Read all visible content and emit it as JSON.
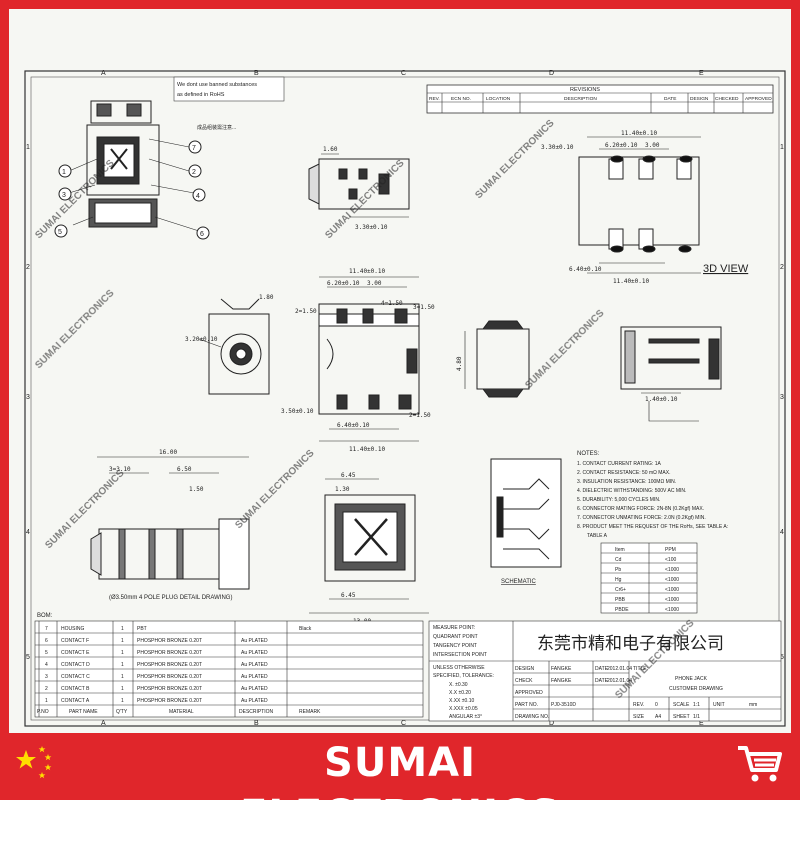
{
  "drawing": {
    "grid_cols": [
      "A",
      "B",
      "C",
      "D",
      "E"
    ],
    "grid_rows": [
      "1",
      "2",
      "3",
      "4",
      "5"
    ],
    "note_box": [
      "We dont use banned substances",
      "as defined in RoHS"
    ],
    "revisions": {
      "title": "REVISIONS",
      "headers": [
        "REV.",
        "ECN NO.",
        "LOCATION",
        "DESCRIPTION",
        "DATE",
        "DESIGN",
        "CHECKED",
        "APPROVED"
      ]
    },
    "callouts": [
      "1",
      "2",
      "3",
      "4",
      "5",
      "6",
      "7"
    ],
    "dims": {
      "d1_60": "1.60",
      "d3_30": "3.30±0.10",
      "d3_30b": "3.30±0.10",
      "d11_40": "11.40±0.10",
      "d6_20": "6.20±0.10",
      "d3_20": "3.20±0.10",
      "d3_00": "3.00",
      "d6_40": "6.40±0.10",
      "d11_40b": "11.40±0.10",
      "d1_80": "1.80",
      "d1_50": "1.50",
      "d2_1_50": "2=1.50",
      "d4_1_50": "4=1.50",
      "d3_1_50": "3=1.50",
      "d4_80": "4.80",
      "d3_50": "3.50±0.10",
      "d2_1_50b": "2=1.50",
      "d1_40": "1.40±0.10",
      "d16": "16.00",
      "d6_50": "6.50",
      "d1_50c": "1.50",
      "d3_10": "3=3.10",
      "d6_45": "6.45",
      "d1_30": "1.30",
      "d6_45b": "6.45",
      "d13": "13.00"
    },
    "view_label": "3D VIEW",
    "plug_caption": "(Ø3.50mm 4 POLE PLUG DETAIL DRAWING)",
    "schematic_label": "SCHEMATIC",
    "notes_title": "NOTES:",
    "notes": [
      "1. CONTACT CURRENT RATING: 1A",
      "2. CONTACT RESISTANCE: 50 mΩ MAX.",
      "3. INSULATION RESISTANCE: 100MΩ MIN.",
      "4. DIELECTRIC WITHSTANDING: 500V AC MIN.",
      "5. DURABILITY: 5,000 CYCLES MIN.",
      "6. CONNECTOR MATING FORCE: 2N-8N (0.2Kgf) MAX.",
      "7. CONNECTOR UNMATING FORCE: 2.0N (0.2Kgf) MIN.",
      "8. PRODUCT MEET THE REQUEST OF THE RoHs, SEE TABLE A:",
      "TABLE A"
    ],
    "rohs_table": {
      "headers": [
        "Item",
        "PPM"
      ],
      "rows": [
        [
          "Cd",
          "<100"
        ],
        [
          "Pb",
          "<1000"
        ],
        [
          "Hg",
          "<1000"
        ],
        [
          "Cr6+",
          "<1000"
        ],
        [
          "PBB",
          "<1000"
        ],
        [
          "PBDE",
          "<1000"
        ]
      ]
    },
    "bom": {
      "title": "BOM:",
      "rows": [
        [
          "7",
          "HOUSING",
          "1",
          "PBT",
          "",
          "Black"
        ],
        [
          "6",
          "CONTACT F",
          "1",
          "PHOSPHOR BRONZE 0.20T",
          "Au PLATED",
          ""
        ],
        [
          "5",
          "CONTACT E",
          "1",
          "PHOSPHOR BRONZE 0.20T",
          "Au PLATED",
          ""
        ],
        [
          "4",
          "CONTACT D",
          "1",
          "PHOSPHOR BRONZE 0.20T",
          "Au PLATED",
          ""
        ],
        [
          "3",
          "CONTACT C",
          "1",
          "PHOSPHOR BRONZE 0.20T",
          "Au PLATED",
          ""
        ],
        [
          "2",
          "CONTACT B",
          "1",
          "PHOSPHOR BRONZE 0.20T",
          "Au PLATED",
          ""
        ],
        [
          "1",
          "CONTACT A",
          "1",
          "PHOSPHOR BRONZE 0.20T",
          "Au PLATED",
          ""
        ]
      ],
      "headers": [
        "P.NO",
        "PART NAME",
        "Q'TY",
        "MATERIAL",
        "DESCRIPTION",
        "REMARK"
      ]
    },
    "title_block": {
      "measure": [
        "MEASURE POINT:",
        "QUADRANT POINT",
        "TANGENCY POINT",
        "INTERSECTION POINT"
      ],
      "company": "东莞市精和电子有限公司",
      "unless": [
        "UNLESS OTHERWISE",
        "SPECIFIED, TOLERANCE:"
      ],
      "tolerances": [
        "X. ±0.30",
        "X.X ±0.20",
        "X.XX ±0.10",
        "X.XXX ±0.05",
        "ANGULAR ±3°"
      ],
      "design": "DESIGN",
      "check": "CHECK",
      "approved": "APPROVED",
      "part_no_label": "PART NO.",
      "part_no": "PJ0-3510D",
      "drawing_no_label": "DRAWING NO.",
      "designer": "FANGKE",
      "date_label": "DATE",
      "date1": "2012.01.04",
      "date2": "2012.01.04",
      "title_label": "TITLE:",
      "title1": "PHONE JACK",
      "title2": "CUSTOMER DRAWING",
      "rev_label": "REV.",
      "rev": "0",
      "scale_label": "SCALE",
      "scale": "1:1",
      "unit_label": "UNIT",
      "unit": "mm",
      "size_label": "SIZE",
      "size": "A4",
      "sheet_label": "SHEET",
      "sheet": "1/1"
    },
    "watermark": "SUMAI ELECTRONICS"
  },
  "banner": {
    "brand": "SUMAI ELECTRONICS",
    "colors": {
      "background": "#e0262b",
      "text": "#ffffff",
      "flag_star": "#ffde00"
    },
    "left_icon": "china-flag-icon",
    "right_icon": "shopping-cart-icon"
  }
}
